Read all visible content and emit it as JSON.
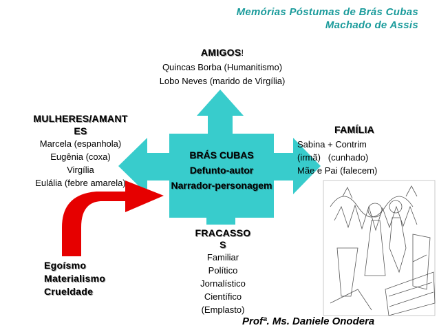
{
  "title": {
    "line1": "Memórias Póstumas de Brás Cubas",
    "line2": "Machado de Assis"
  },
  "center": {
    "line1": "BRÁS CUBAS",
    "line2": "Defunto-autor",
    "line3": "Narrador-personagem"
  },
  "amigos": {
    "heading": "AMIGOS",
    "suffix": "!",
    "items": [
      "Quincas Borba (Humanitismo)",
      "Lobo Neves (marido de Virgília)"
    ]
  },
  "mulheres": {
    "heading_line1": "MULHERES/AMANT",
    "heading_line2": "ES",
    "items": [
      "Marcela (espanhola)",
      "Eugênia (coxa)",
      "Virgília",
      "Eulália (febre amarela)"
    ]
  },
  "familia": {
    "heading": "FAMÍLIA",
    "items": [
      "Sabina + Contrim",
      "(irmã)   (cunhado)",
      "Mãe e Pai (falecem)"
    ]
  },
  "fracassos": {
    "heading_line1": "FRACASSO",
    "heading_line2": "S",
    "items": [
      "Familiar",
      "Político",
      "Jornalístico",
      "Científico",
      "(Emplasto)"
    ]
  },
  "vices": {
    "items": [
      "Egoísmo",
      "Materialismo",
      "Crueldade"
    ]
  },
  "author": "Profª. Ms. Daniele Onodera",
  "colors": {
    "teal": "#38cccc",
    "title": "#1a9b9b",
    "red_arrow": "#e60000"
  },
  "illustration": "funeral-sketch"
}
